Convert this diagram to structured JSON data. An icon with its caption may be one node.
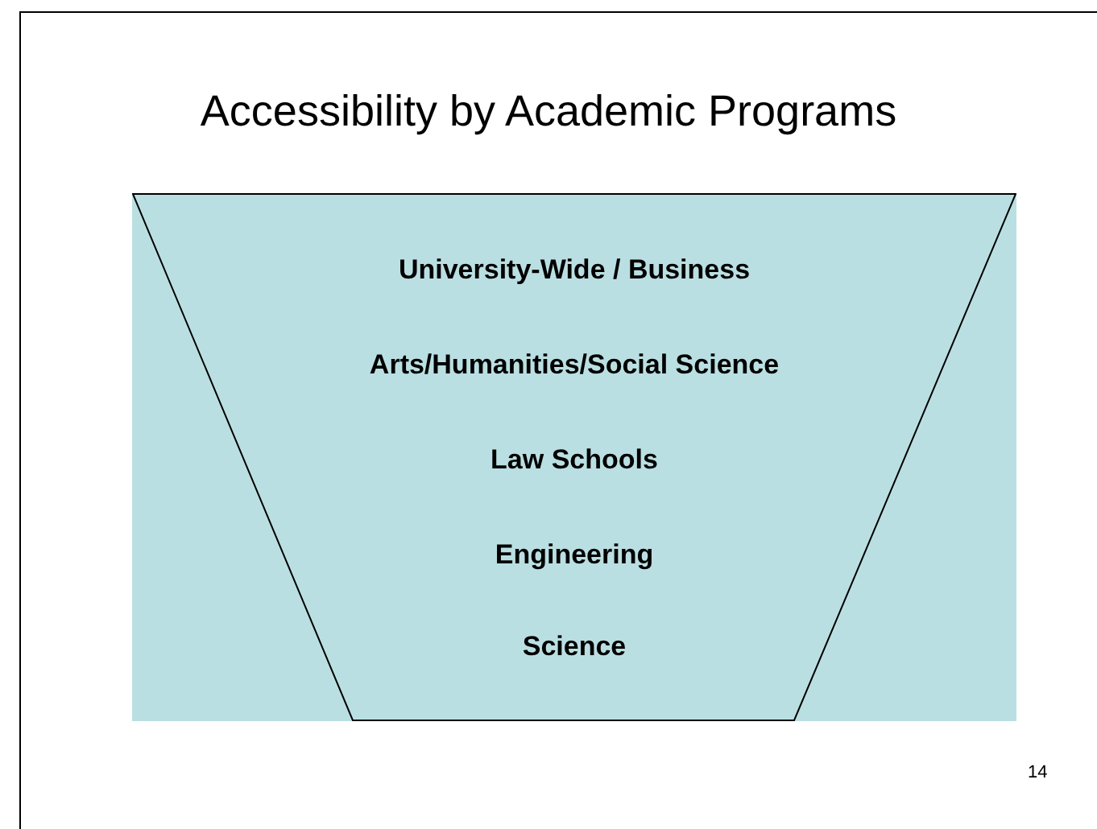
{
  "diagram": {
    "title": "Accessibility by Academic Programs",
    "nodes": [
      {
        "text": [
          "University-Wide / Business",
          "Arts/Humanities/Social Science",
          "Law Schools",
          "Engineering",
          "Science"
        ]
      }
    ],
    "labels": [
      "14"
    ]
  }
}
